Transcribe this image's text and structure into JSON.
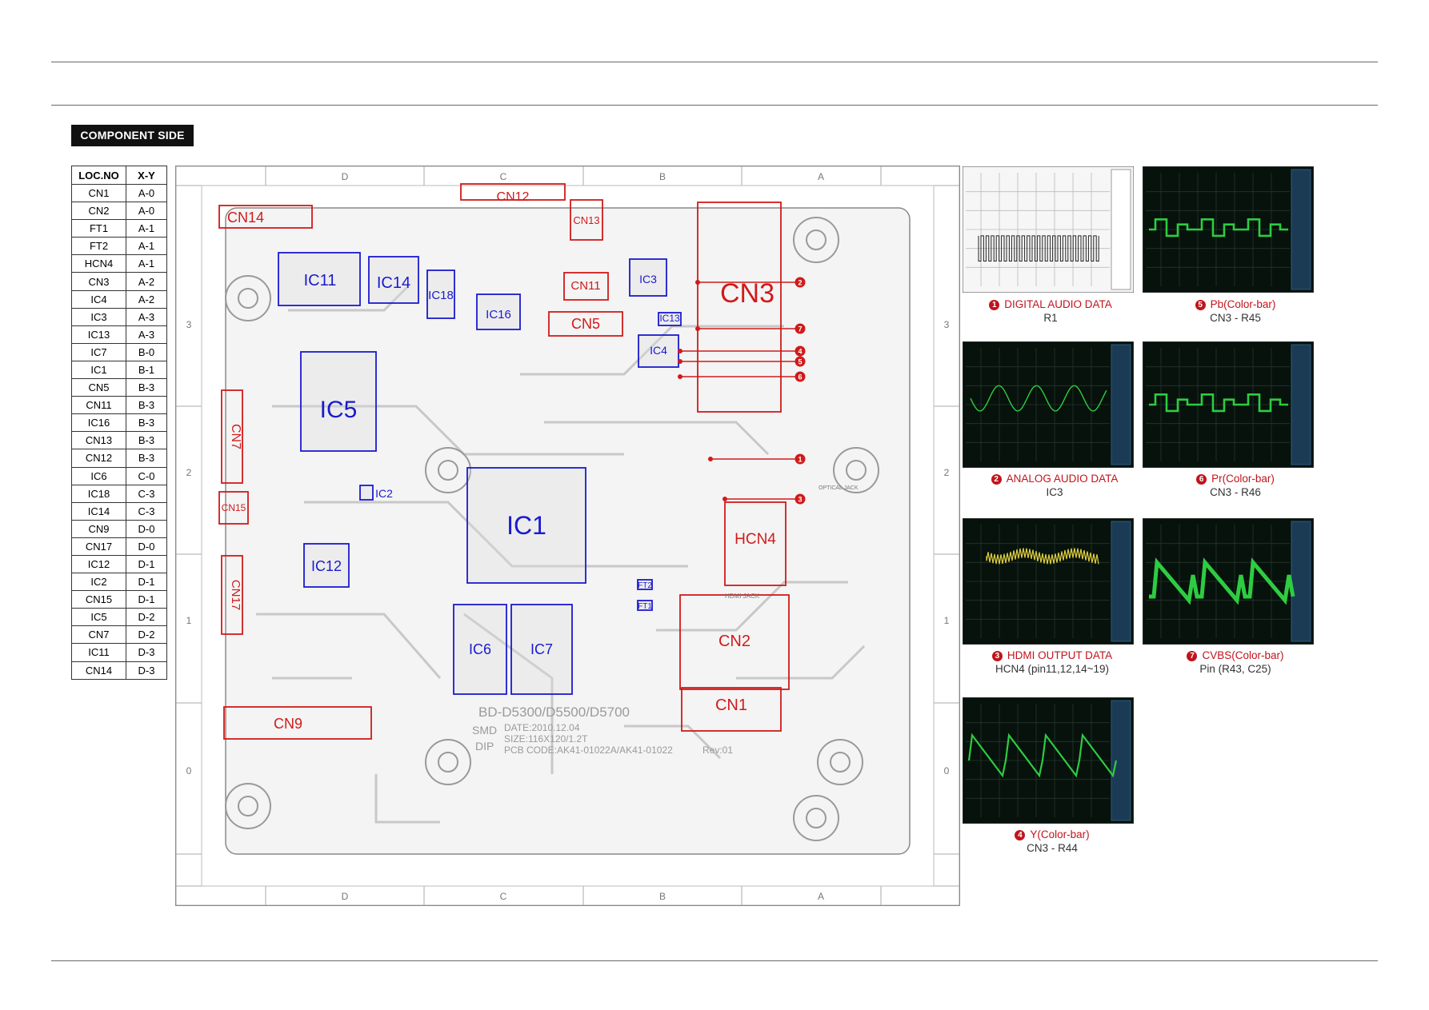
{
  "header": {
    "badge": "COMPONENT SIDE"
  },
  "table": {
    "headers": [
      "LOC.NO",
      "X-Y"
    ],
    "rows": [
      [
        "CN1",
        "A-0"
      ],
      [
        "CN2",
        "A-0"
      ],
      [
        "FT1",
        "A-1"
      ],
      [
        "FT2",
        "A-1"
      ],
      [
        "HCN4",
        "A-1"
      ],
      [
        "CN3",
        "A-2"
      ],
      [
        "IC4",
        "A-2"
      ],
      [
        "IC3",
        "A-3"
      ],
      [
        "IC13",
        "A-3"
      ],
      [
        "IC7",
        "B-0"
      ],
      [
        "IC1",
        "B-1"
      ],
      [
        "CN5",
        "B-3"
      ],
      [
        "CN11",
        "B-3"
      ],
      [
        "IC16",
        "B-3"
      ],
      [
        "CN13",
        "B-3"
      ],
      [
        "CN12",
        "B-3"
      ],
      [
        "IC6",
        "C-0"
      ],
      [
        "IC18",
        "C-3"
      ],
      [
        "IC14",
        "C-3"
      ],
      [
        "CN9",
        "D-0"
      ],
      [
        "CN17",
        "D-0"
      ],
      [
        "IC12",
        "D-1"
      ],
      [
        "IC2",
        "D-1"
      ],
      [
        "CN15",
        "D-1"
      ],
      [
        "IC5",
        "D-2"
      ],
      [
        "CN7",
        "D-2"
      ],
      [
        "IC11",
        "D-3"
      ],
      [
        "CN14",
        "D-3"
      ]
    ]
  },
  "grid": {
    "columns": [
      "D",
      "C",
      "B",
      "A"
    ],
    "rows": [
      "3",
      "2",
      "1",
      "0"
    ]
  },
  "board": {
    "model": "BD-D5300/D5500/D5700",
    "date": "DATE:2010.12.04",
    "size": "SIZE:116X120/1.2T",
    "pcb_code": "PCB CODE:AK41-01022A/AK41-01022",
    "rev": "Rev:01",
    "smd": "SMD",
    "dip": "DIP",
    "hdmi_jack": "HDMI JACK",
    "optical_jack": "OPTICAL JACK",
    "colors": {
      "connector": "#d11a1a",
      "ic": "#1a1ad1",
      "silk": "#9a9a9a"
    },
    "connectors": [
      "CN14",
      "CN12",
      "CN13",
      "CN11",
      "CN5",
      "CN3",
      "CN7",
      "CN15",
      "CN17",
      "HCN4",
      "CN2",
      "CN1",
      "CN9"
    ],
    "ics": [
      "IC11",
      "IC14",
      "IC18",
      "IC16",
      "IC3",
      "IC13",
      "IC4",
      "IC5",
      "IC2",
      "IC1",
      "IC12",
      "IC6",
      "IC7",
      "FT2",
      "FT1"
    ],
    "markers": [
      "1",
      "2",
      "3",
      "4",
      "5",
      "6",
      "7"
    ]
  },
  "scopes": [
    {
      "num": "1",
      "title": "DIGITAL AUDIO DATA",
      "sub": "R1",
      "trace": "square-dark"
    },
    {
      "num": "5",
      "title": "Pb(Color-bar)",
      "sub": "CN3 - R45",
      "trace": "step-green"
    },
    {
      "num": "2",
      "title": "ANALOG AUDIO DATA",
      "sub": "IC3",
      "trace": "sine-green"
    },
    {
      "num": "6",
      "title": "Pr(Color-bar)",
      "sub": "CN3 - R46",
      "trace": "step-green"
    },
    {
      "num": "3",
      "title": "HDMI OUTPUT DATA",
      "sub": "HCN4 (pin11,12,14~19)",
      "trace": "burst-yellow"
    },
    {
      "num": "7",
      "title": "CVBS(Color-bar)",
      "sub": "Pin (R43, C25)",
      "trace": "cvbs-green"
    },
    {
      "num": "4",
      "title": "Y(Color-bar)",
      "sub": "CN3 - R44",
      "trace": "saw-green"
    }
  ]
}
